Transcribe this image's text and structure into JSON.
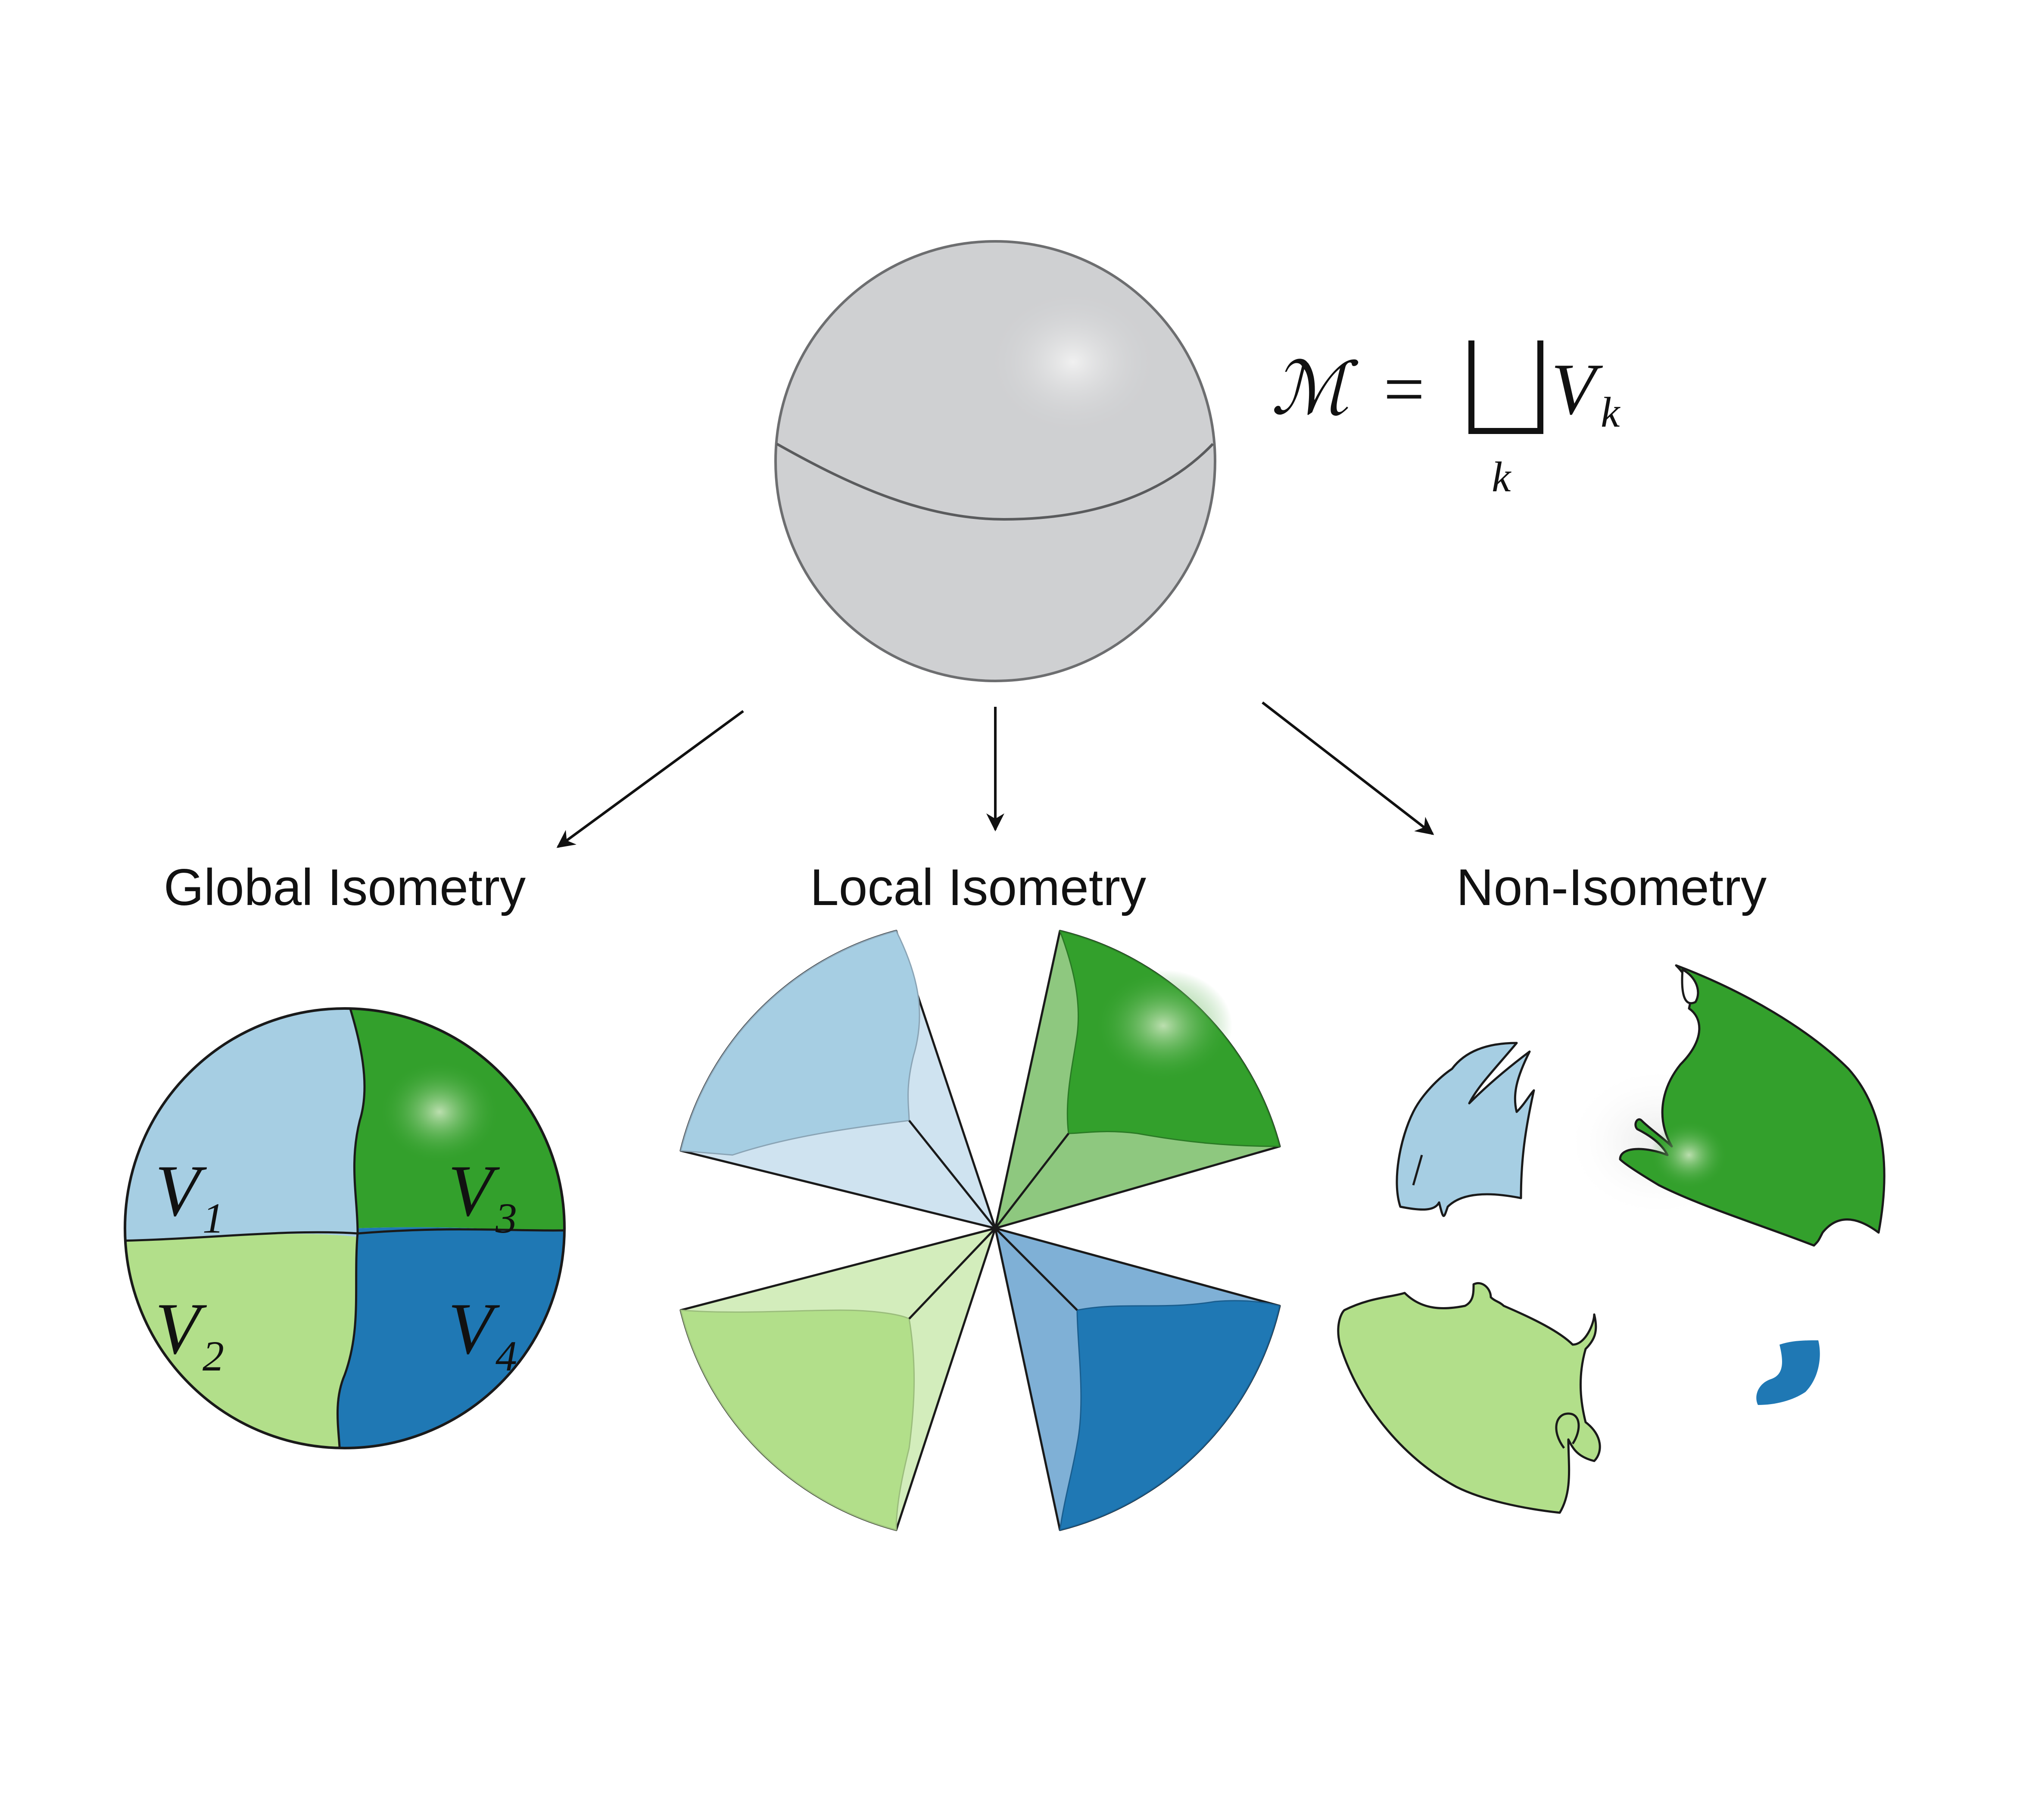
{
  "formula": {
    "lhs": "ℳ",
    "eq": "=",
    "coproduct": "⊔",
    "term": "V",
    "term_sub": "k",
    "index": "k"
  },
  "categories": [
    {
      "id": "global",
      "label": "Global Isometry"
    },
    {
      "id": "local",
      "label": "Local Isometry"
    },
    {
      "id": "non",
      "label": "Non-Isometry"
    }
  ],
  "regions": [
    {
      "name": "V",
      "sub": "1",
      "color": "#a6cee3"
    },
    {
      "name": "V",
      "sub": "2",
      "color": "#b2df8a"
    },
    {
      "name": "V",
      "sub": "3",
      "color": "#33a02c"
    },
    {
      "name": "V",
      "sub": "4",
      "color": "#1f78b4"
    }
  ],
  "colors": {
    "sphere": "#cfd0d2",
    "sphere_stroke": "#6d6e70",
    "outline": "#1a1a1a",
    "light_blue_pale": "#cfe3f0",
    "light_green_pale": "#d3edbc",
    "green_pale": "#8ec87f",
    "blue_pale": "#7fb0d6"
  }
}
